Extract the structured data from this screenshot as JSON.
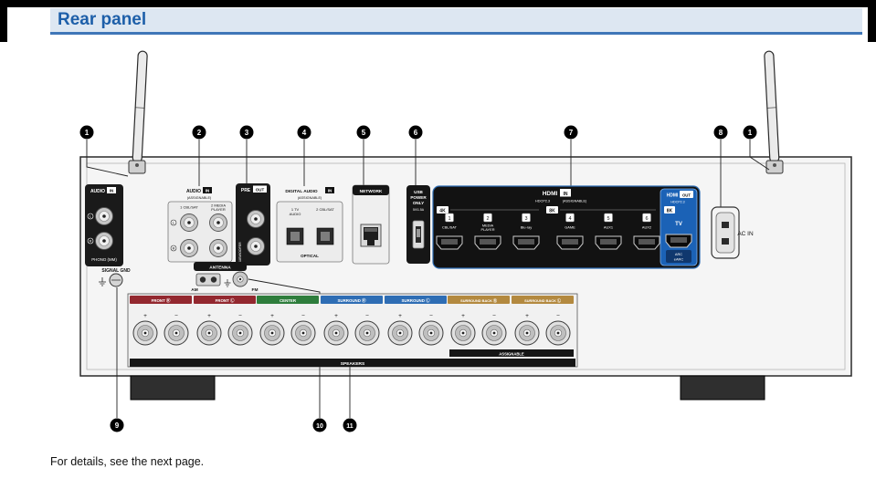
{
  "header": {
    "title": "Rear panel"
  },
  "caption": "For details, see the next page.",
  "callouts": {
    "numbers": [
      "1",
      "2",
      "3",
      "4",
      "5",
      "6",
      "7",
      "8",
      "1",
      "9",
      "10",
      "11"
    ]
  },
  "panel": {
    "phono": {
      "title": "AUDIO",
      "badge_in": "IN",
      "label_l": "L",
      "label_r": "R",
      "phono": "PHONO (MM)"
    },
    "signal_gnd": "SIGNAL GND",
    "audio_in": {
      "title": "AUDIO",
      "badge_in": "IN",
      "assignable": "(ASSIGNABLE)",
      "in1": "1 CBL/SAT",
      "in2_line1": "2 MEDIA",
      "in2_line2": "PLAYER",
      "label_l": "L",
      "label_r": "R"
    },
    "pre_out": {
      "title": "PRE",
      "badge_out": "OUT",
      "subwoofer": "SUBWOOFER"
    },
    "digital": {
      "title": "DIGITAL AUDIO",
      "badge_in": "IN",
      "assignable": "(ASSIGNABLE)",
      "in1_line1": "1 TV",
      "in1_line2": "AUDIO",
      "in2": "2 CBL/SAT",
      "optical": "OPTICAL"
    },
    "network": {
      "title": "NETWORK"
    },
    "usb": {
      "l1": "USB",
      "l2": "POWER",
      "l3": "ONLY",
      "rating": "5V/1.5A"
    },
    "hdmi": {
      "title": "HDMI",
      "badge_in": "IN",
      "hdcp": "HDCP2.3",
      "assignable": "(ASSIGNABLE)",
      "badge_4k": "4K",
      "badge_8k": "8K",
      "ports": [
        {
          "num": "1",
          "name": "CBL/SAT"
        },
        {
          "num": "2",
          "name": "MEDIA",
          "name2": "PLAYER"
        },
        {
          "num": "3",
          "name": "Blu-ray"
        },
        {
          "num": "4",
          "name": "GAME"
        },
        {
          "num": "5",
          "name": "AUX1"
        },
        {
          "num": "6",
          "name": "AUX2"
        }
      ],
      "out": {
        "title": "HDMI",
        "badge_out": "OUT",
        "hdcp": "HDCP2.3",
        "badge_8k": "8K",
        "tv": "TV",
        "arc": "ARC",
        "earc": "eARC"
      }
    },
    "ac_in": "AC IN",
    "antenna": {
      "title": "ANTENNA",
      "am": "AM",
      "fm": "FM"
    },
    "speakers": {
      "groups": [
        {
          "label": "FRONT Ⓡ",
          "color": "#93282f"
        },
        {
          "label": "FRONT Ⓛ",
          "color": "#93282f"
        },
        {
          "label": "CENTER",
          "color": "#2e7d3c"
        },
        {
          "label": "SURROUND Ⓡ",
          "color": "#2e6db4"
        },
        {
          "label": "SURROUND Ⓛ",
          "color": "#2e6db4"
        },
        {
          "label": "SURROUND BACK Ⓡ",
          "color": "#b3893f"
        },
        {
          "label": "SURROUND BACK Ⓛ",
          "color": "#b3893f"
        }
      ],
      "plus": "+",
      "minus": "−",
      "assignable": "ASSIGNABLE",
      "label": "SPEAKERS"
    }
  }
}
